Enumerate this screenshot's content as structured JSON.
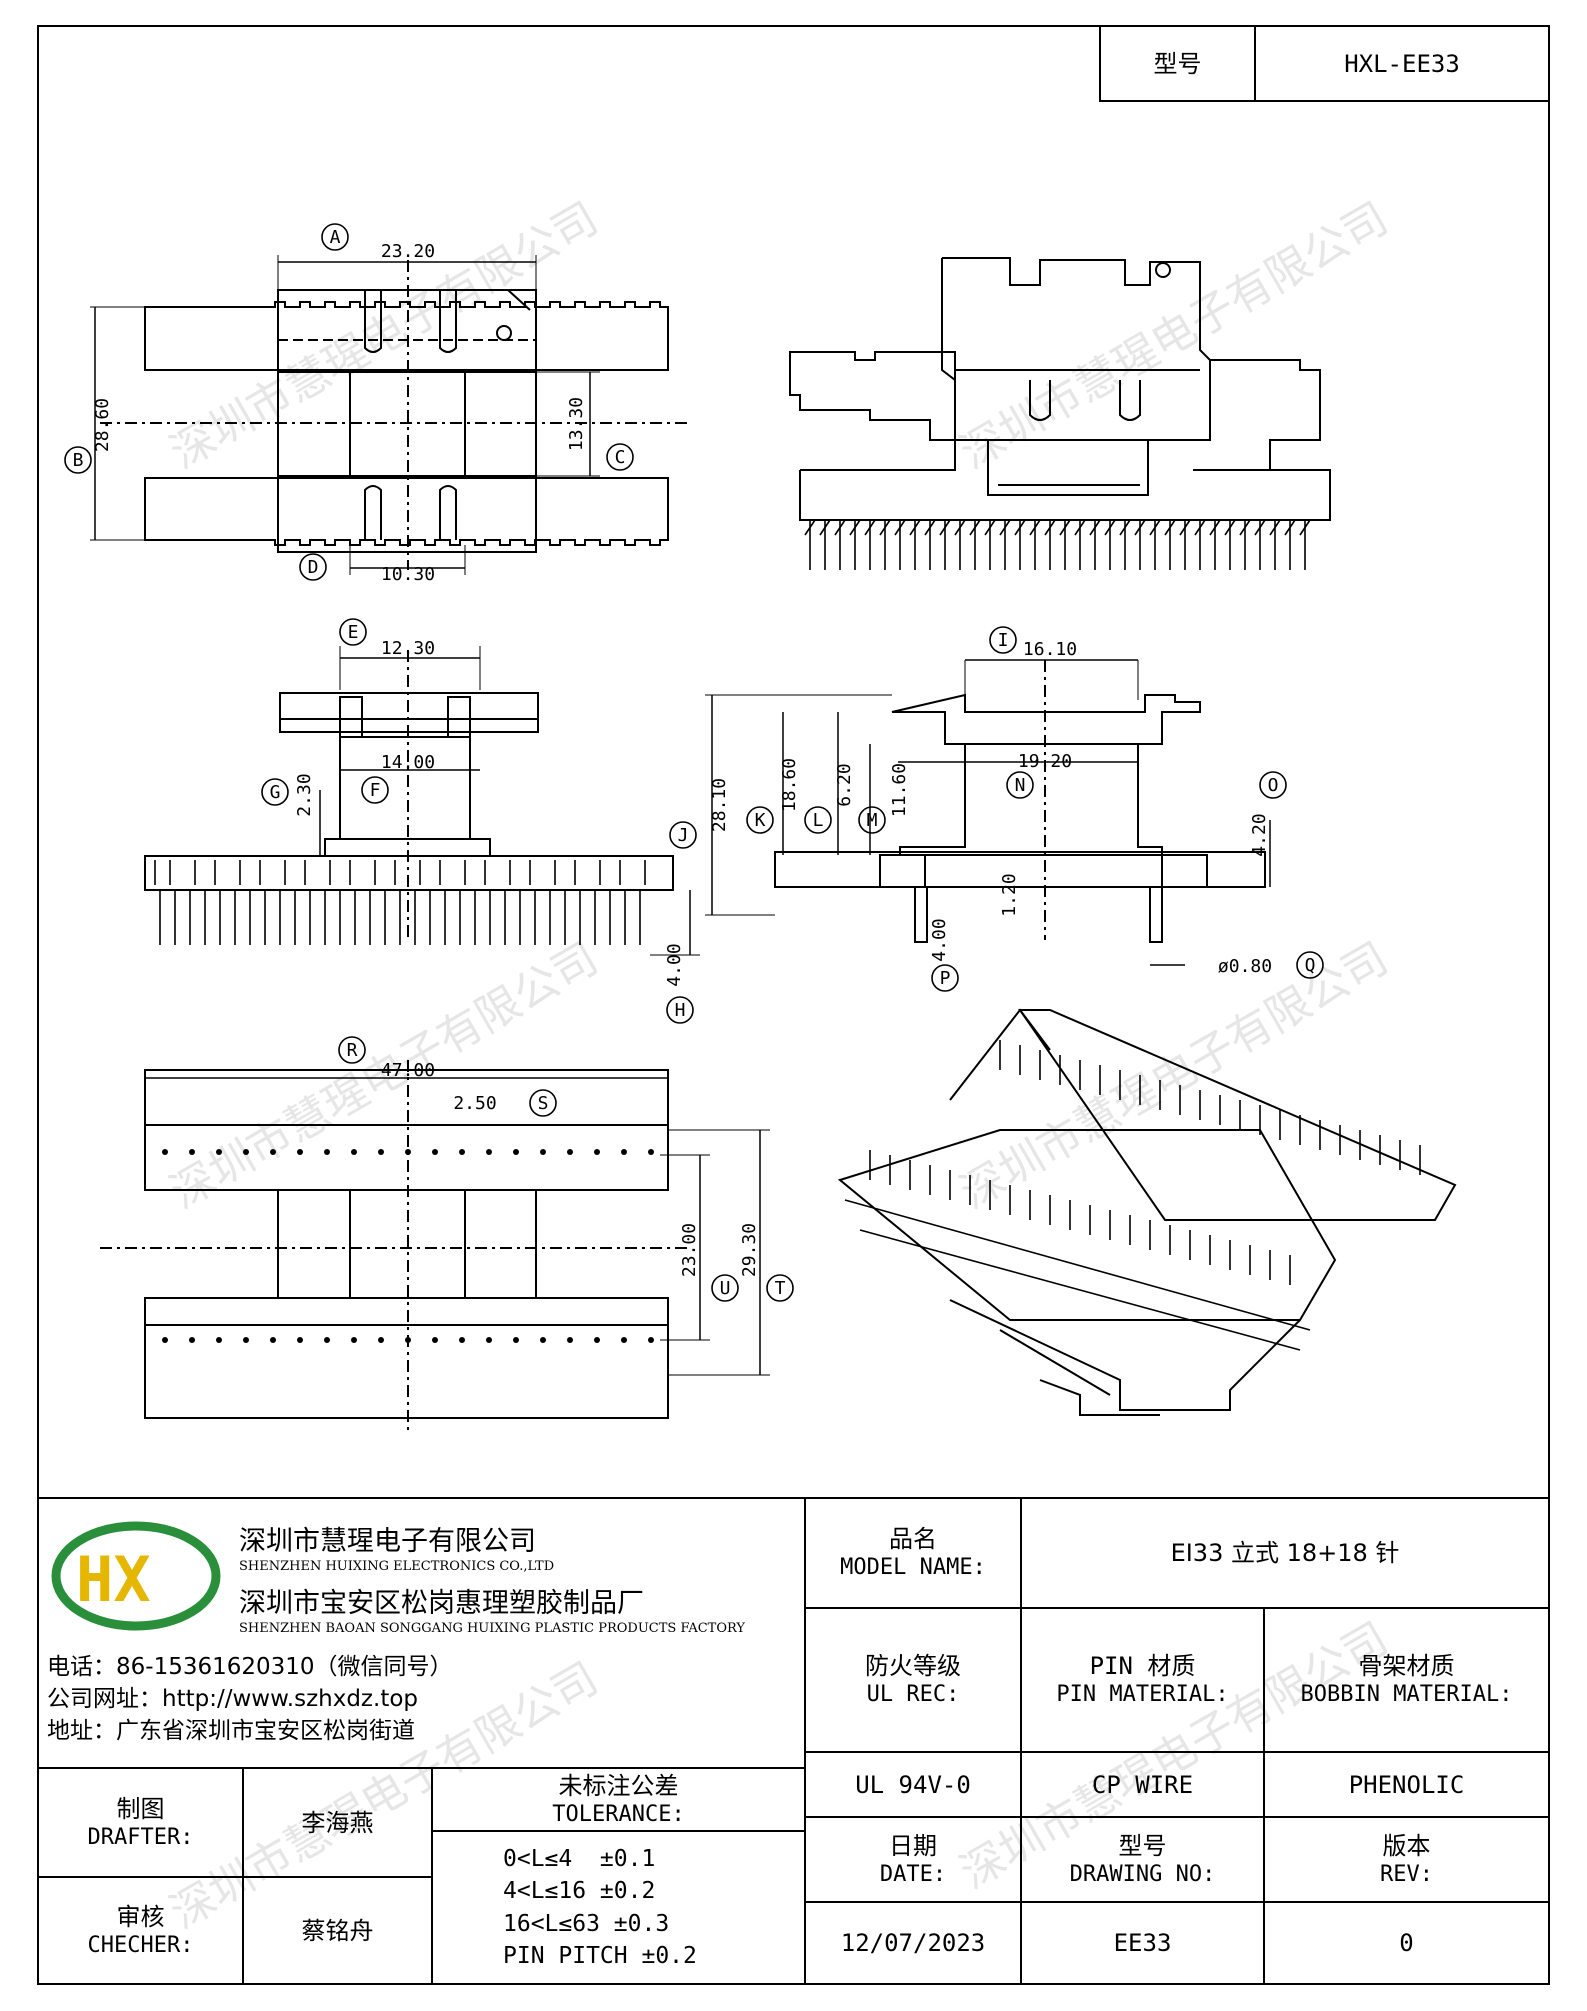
{
  "header": {
    "model_label": "型号",
    "model_value": "HXL-EE33"
  },
  "watermark": "深圳市慧瑆电子有限公司",
  "dimensions": {
    "A": "A",
    "a_val": "23.20",
    "B": "B",
    "b_val": "28.60",
    "C": "C",
    "c_val": "13.30",
    "D": "D",
    "d_val": "10.30",
    "E": "E",
    "e_val": "12.30",
    "F": "F",
    "f_val": "14.00",
    "G": "G",
    "g_val": "2.30",
    "H": "H",
    "h_val": "4.00",
    "I": "I",
    "i_val": "16.10",
    "J": "J",
    "j_val": "28.10",
    "K": "K",
    "k_val": "18.60",
    "L": "L",
    "l_val": "6.20",
    "M": "M",
    "m_val": "11.60",
    "N": "N",
    "n_val": "19.20",
    "O": "O",
    "o_val": "4.20",
    "P": "P",
    "p_val": "4.00",
    "Q": "Q",
    "q_val": "ø0.80",
    "R": "R",
    "r_val": "47.00",
    "S": "S",
    "s_val": "2.50",
    "T": "T",
    "t_val": "29.30",
    "U": "U",
    "u_val": "23.00",
    "misc_120": "1.20"
  },
  "company": {
    "logo_text": "HX",
    "name_cn": "深圳市慧瑆电子有限公司",
    "name_en": "SHENZHEN HUIXING ELECTRONICS CO.,LTD",
    "factory_cn": "深圳市宝安区松岗惠理塑胶制品厂",
    "factory_en": "SHENZHEN BAOAN SONGGANG HUIXING PLASTIC PRODUCTS FACTORY",
    "phone": "电话：86-15361620310（微信同号）",
    "website": "公司网址：http://www.szhxdz.top",
    "address": "地址：广东省深圳市宝安区松岗街道"
  },
  "table": {
    "model_name_cn": "品名",
    "model_name_en": "MODEL NAME:",
    "model_name_value": "EI33 立式 18+18 针",
    "ul_cn": "防火等级",
    "ul_en": "UL REC:",
    "pin_cn": "PIN 材质",
    "pin_en": "PIN MATERIAL:",
    "bobbin_cn": "骨架材质",
    "bobbin_en": "BOBBIN MATERIAL:",
    "ul_value": "UL 94V-0",
    "pin_value": "CP WIRE",
    "bobbin_value": "PHENOLIC",
    "drafter_cn": "制图",
    "drafter_en": "DRAFTER:",
    "drafter_name": "李海燕",
    "checker_cn": "审核",
    "checker_en": "CHECHER:",
    "checker_name": "蔡铭舟",
    "tolerance_cn": "未标注公差",
    "tolerance_en": "TOLERANCE:",
    "tol_1": "0<L≤4  ±0.1",
    "tol_2": "4<L≤16 ±0.2",
    "tol_3": "16<L≤63 ±0.3",
    "tol_4": "PIN PITCH ±0.2",
    "date_cn": "日期",
    "date_en": "DATE:",
    "date_value": "12/07/2023",
    "drawing_cn": "型号",
    "drawing_en": "DRAWING NO:",
    "drawing_value": "EE33",
    "rev_cn": "版本",
    "rev_en": "REV:",
    "rev_value": "0"
  }
}
